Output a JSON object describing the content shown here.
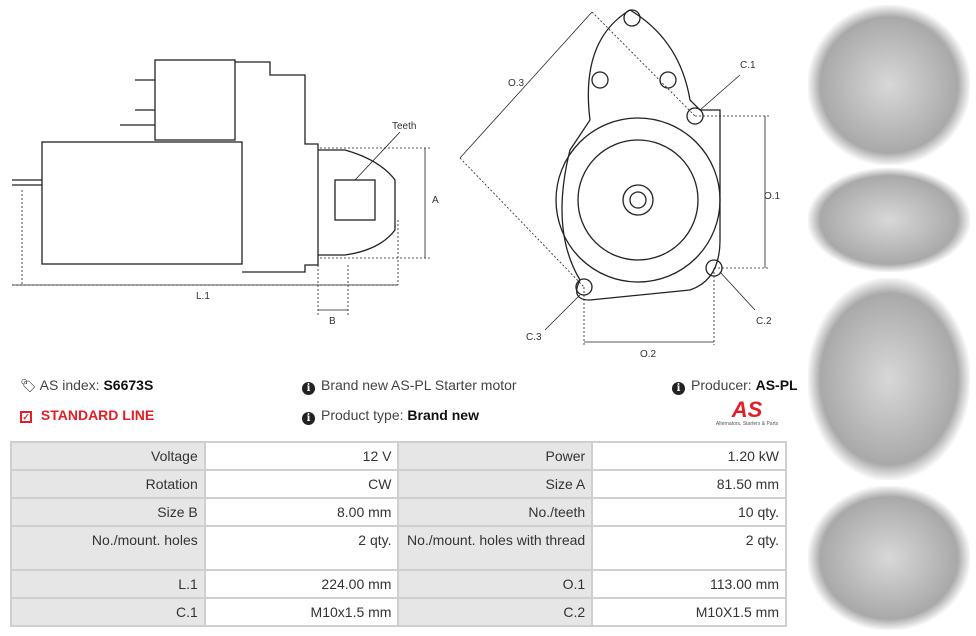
{
  "drawing_labels": {
    "teeth": "Teeth",
    "a": "A",
    "l1": "L.1",
    "b": "B",
    "o3": "O.3",
    "c1": "C.1",
    "o1": "O.1",
    "c2": "C.2",
    "c3": "C.3",
    "o2": "O.2"
  },
  "info": {
    "as_index_label": "AS index:",
    "as_index_value": "S6673S",
    "standard_line": "STANDARD LINE",
    "description": "Brand new AS-PL Starter motor",
    "product_type_label": "Product type:",
    "product_type_value": "Brand new",
    "producer_label": "Producer:",
    "producer_value": "AS-PL",
    "logo_text": "AS",
    "logo_tagline": "Alternators, Starters & Parts"
  },
  "colors": {
    "accent": "#e41e26"
  },
  "specs": [
    [
      "Voltage",
      "12 V",
      "Power",
      "1.20 kW"
    ],
    [
      "Rotation",
      "CW",
      "Size A",
      "81.50 mm"
    ],
    [
      "Size B",
      "8.00 mm",
      "No./teeth",
      "10 qty."
    ],
    [
      "No./mount. holes",
      "2 qty.",
      "No./mount. holes with thread",
      "2 qty."
    ],
    [
      "L.1",
      "224.00 mm",
      "O.1",
      "113.00 mm"
    ],
    [
      "C.1",
      "M10x1.5 mm",
      "C.2",
      "M10X1.5 mm"
    ]
  ]
}
